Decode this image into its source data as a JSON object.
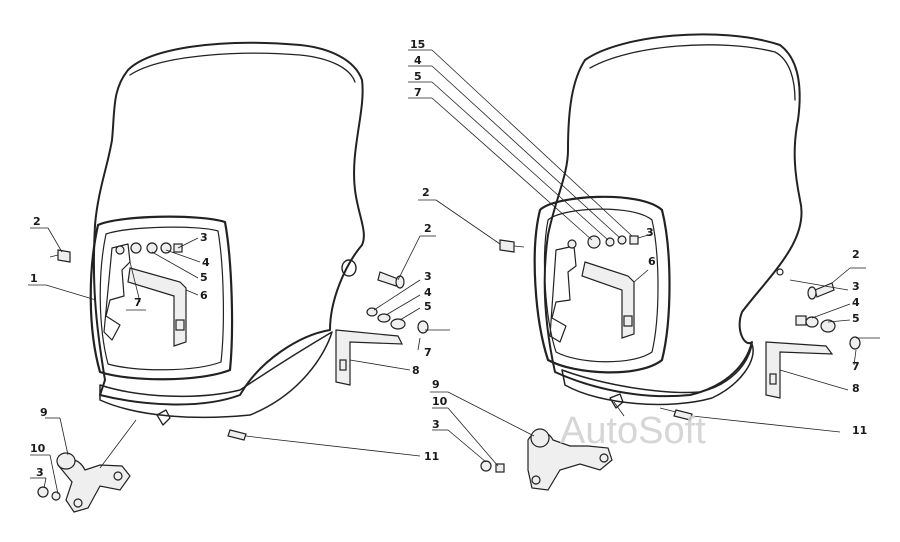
{
  "watermark": "AutoSoft",
  "left_assembly": {
    "labels": [
      "2",
      "1",
      "3",
      "4",
      "5",
      "6",
      "7",
      "2",
      "3",
      "4",
      "5",
      "7",
      "8",
      "9",
      "10",
      "3",
      "11"
    ]
  },
  "right_assembly": {
    "labels": [
      "15",
      "4",
      "5",
      "7",
      "2",
      "3",
      "6",
      "2",
      "3",
      "4",
      "5",
      "7",
      "8",
      "9",
      "10",
      "3",
      "11"
    ]
  }
}
